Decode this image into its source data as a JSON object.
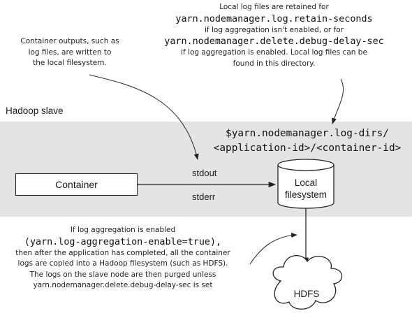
{
  "slave_label": "Hadoop slave",
  "notes": {
    "container_outputs": [
      "Container outputs, such as",
      "log files, are written to",
      "the local filesystem."
    ],
    "local_logs": {
      "line1": "Local log files are retained for",
      "code1": "yarn.nodemanager.log.retain-seconds",
      "line2": "if log aggregation isn't enabled, or for",
      "code2": "yarn.nodemanager.delete.debug-delay-sec",
      "line3": "if log aggregation is enabled. Local log files can be",
      "line4": "found in this directory."
    },
    "aggregation": {
      "line1": "If log aggregation is enabled",
      "code1": "(yarn.log-aggregation-enable=true),",
      "line2": "then after the application has completed, all the container",
      "line3": "logs are copied into a Hadoop filesystem (such as HDFS).",
      "line4": "The logs on the slave node are then purged unless",
      "line5": "yarn.nodemanager.delete.debug-delay-sec is set"
    }
  },
  "log_dirs": [
    "$yarn.nodemanager.log-dirs/",
    "<application-id>/<container-id>"
  ],
  "container_label": "Container",
  "stdout_label": "stdout",
  "stderr_label": "stderr",
  "local_fs_label": [
    "Local",
    "filesystem"
  ],
  "hdfs_label": "HDFS"
}
